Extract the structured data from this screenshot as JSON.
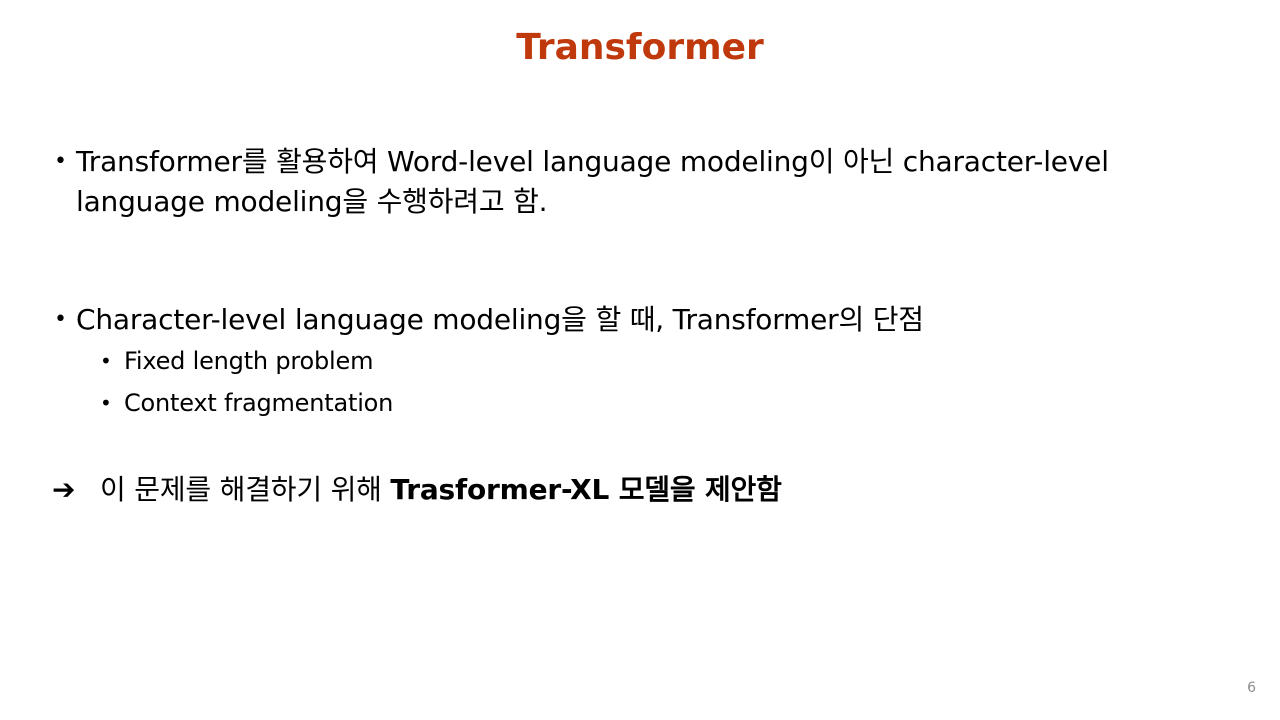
{
  "title": "Transformer",
  "colors": {
    "title": "#c0390c",
    "text": "#000000",
    "page_number": "#8c8c8c"
  },
  "bullets": [
    {
      "text": "Transformer를 활용하여 Word-level language modeling이 아닌 character-level language modeling을 수행하려고 함."
    },
    {
      "text": "Character-level language modeling을 할 때, Transformer의 단점",
      "sub_items": [
        "Fixed length problem",
        "Context fragmentation"
      ]
    }
  ],
  "conclusion": {
    "icon": "arrow-right-icon",
    "prefix": "이 문제를 해결하기 위해 ",
    "emphasis": "Trasformer-XL 모델을 제안함"
  },
  "page_number": "6"
}
